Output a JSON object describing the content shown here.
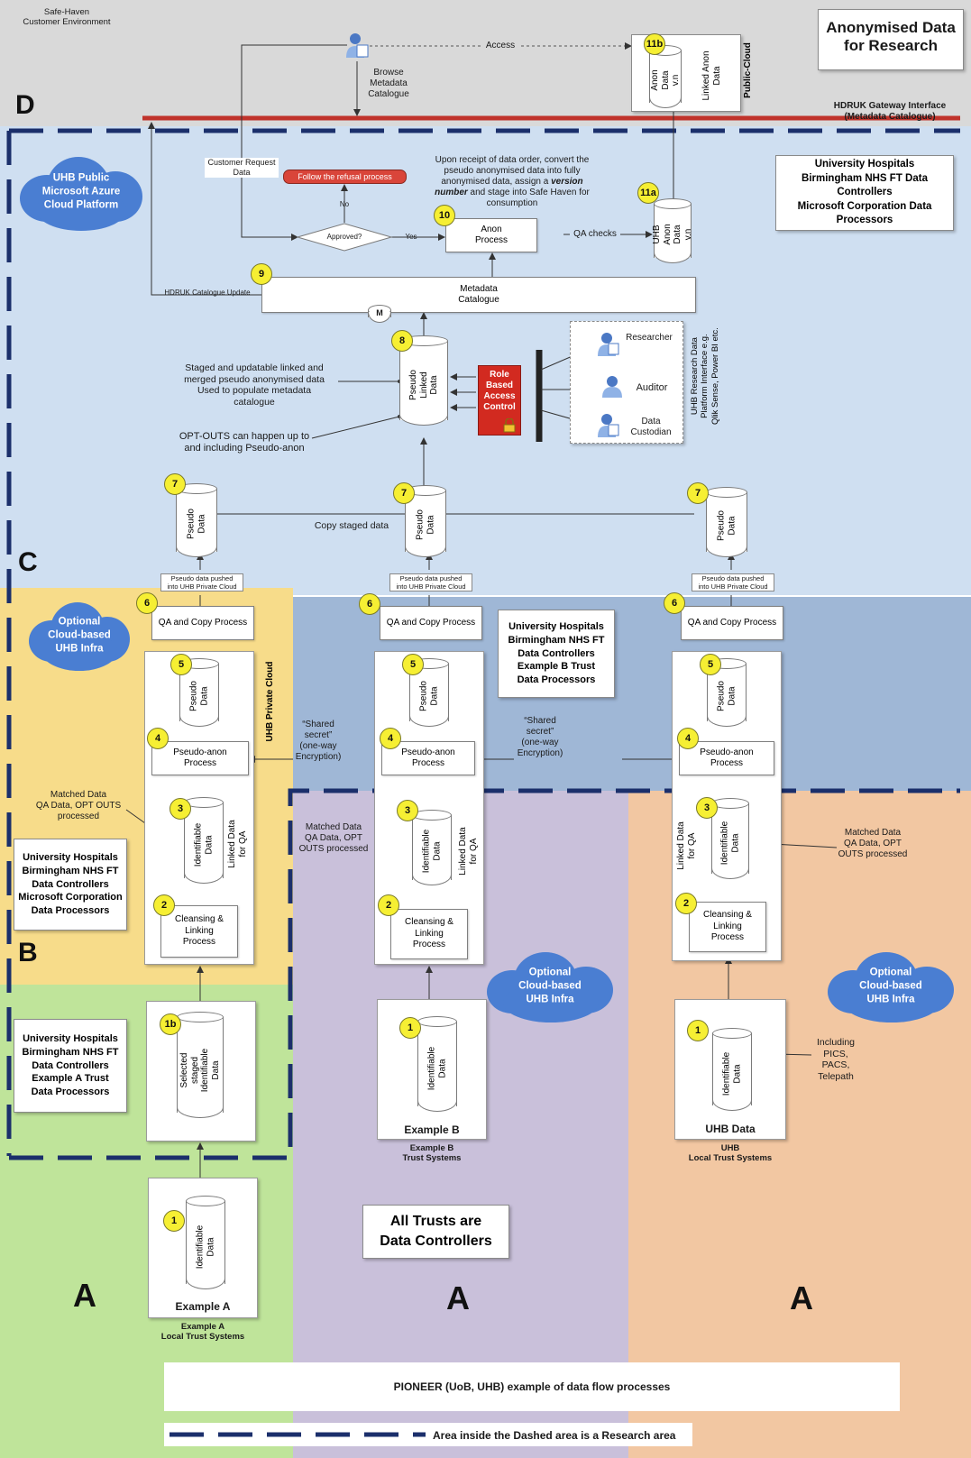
{
  "zones": {
    "safe_haven": "Safe-Haven\nCustomer Environment",
    "title": "Anonymised Data\nfor Research",
    "gateway": "HDRUK Gateway Interface\n(Metadata Catalogue)",
    "public_cloud": "Public-Cloud",
    "uhb_private_cloud": "UHB Private Cloud",
    "zone_letters": {
      "d": "D",
      "c": "C",
      "b": "B",
      "a": "A"
    }
  },
  "top": {
    "access": "Access",
    "browse": "Browse\nMetadata\nCatalogue",
    "customer_request": "Customer Request\nData",
    "refusal": "Follow the refusal process",
    "no": "No",
    "yes": "Yes",
    "approved": "Approved?",
    "order_note_1": "Upon receipt of data order, convert the\npseudo anonymised data into fully\nanonymised data, assign a ",
    "order_note_em": "version\nnumber",
    "order_note_2": " and stage into Safe Haven for\nconsumption",
    "anon_process": "Anon\nProcess",
    "qa_checks": "QA checks",
    "metadata_catalogue": "Metadata\nCatalogue",
    "hdruk_update": "HDRUK Catalogue Update",
    "m": "M",
    "anon_data_11b": "Anon\nData v.n",
    "linked_anon": "Linked Anon\nData",
    "uhb_anon_11a": "UHB\nAnon\nData v.n"
  },
  "clouds": {
    "azure": "UHB Public\nMicrosoft Azure\nCloud Platform",
    "optional": "Optional\nCloud-based\nUHB Infra"
  },
  "infoboxes": {
    "uhb_ms": "University Hospitals\nBirmingham NHS FT Data\nControllers\nMicrosoft Corporation Data\nProcessors",
    "uhb_b": "University Hospitals\nBirmingham NHS FT\nData Controllers\nExample B Trust\nData Processors",
    "uhb_ms_left": "University Hospitals\nBirmingham NHS FT\nData Controllers\nMicrosoft Corporation\nData Processors",
    "uhb_a": "University Hospitals\nBirmingham NHS FT\nData Controllers\nExample A Trust\nData Processors",
    "all_trusts": "All Trusts are\nData Controllers"
  },
  "middle": {
    "staged_note": "Staged and updatable linked and\nmerged pseudo anonymised data\nUsed to populate metadata\ncatalogue",
    "opt_outs": "OPT-OUTS can happen up to\nand including Pseudo-anon",
    "pseudo_linked": "Pseudo Linked\nData",
    "rbac": "Role\nBased\nAccess\nControl",
    "researcher": "Researcher",
    "auditor": "Auditor",
    "custodian": "Data\nCustodian",
    "platform": "UHB Research Data\nPlatform Interface e.g.\nQlik Sense, Power BI etc.",
    "copy_staged": "Copy staged data",
    "pseudo_data": "Pseudo\nData",
    "pushed": "Pseudo data pushed\ninto UHB Private Cloud",
    "qa_copy": "QA and Copy Process",
    "pseudo_anon": "Pseudo-anon\nProcess",
    "shared_secret_1": "“Shared\nsecret”\n(one-way\nEncryption)",
    "shared_secret_2": "“Shared\nsecret”\n(one-way\nEncryption)",
    "identifiable": "Identifiable\nData",
    "linked_qa": "Linked Data\nfor QA",
    "matched_left": "Matched Data\nQA Data, OPT OUTS\nprocessed",
    "matched_mid": "Matched Data\nQA Data, OPT\nOUTS processed",
    "matched_right": "Matched Data\nQA Data, OPT\nOUTS processed",
    "cleansing": "Cleansing &\nLinking\nProcess",
    "selected_staged": "Selected staged\nIdentifiable\nData"
  },
  "sources": {
    "example_a": "Example A",
    "example_a_sub": "Example A\nLocal Trust Systems",
    "example_b": "Example B",
    "example_b_sub": "Example B\nTrust Systems",
    "uhb_data": "UHB Data",
    "uhb_sub": "UHB\nLocal Trust Systems",
    "including": "Including\nPICS,\nPACS,\nTelepath"
  },
  "badges": {
    "b11b": "11b",
    "b11a": "11a",
    "b10": "10",
    "b9": "9",
    "b8": "8",
    "b7": "7",
    "b6": "6",
    "b5": "5",
    "b4": "4",
    "b3": "3",
    "b2": "2",
    "b1": "1",
    "b1b": "1b"
  },
  "footer": {
    "caption": "PIONEER (UoB, UHB) example of data flow processes",
    "legend": "Area inside the Dashed area is a Research area"
  },
  "colors": {
    "zone_d": "#d9d9d9",
    "zone_c": "#cfdff1",
    "zone_b_left": "#f7dc8a",
    "zone_b_right": "#9fb7d6",
    "zone_a_green": "#bfe49a",
    "zone_a_purple": "#c9c0da",
    "zone_a_orange": "#f2c7a2",
    "dash": "#1b2f6b",
    "gateway_bar": "#c0332b",
    "rbac": "#d22a20",
    "cloud": "#4a7ed2"
  }
}
